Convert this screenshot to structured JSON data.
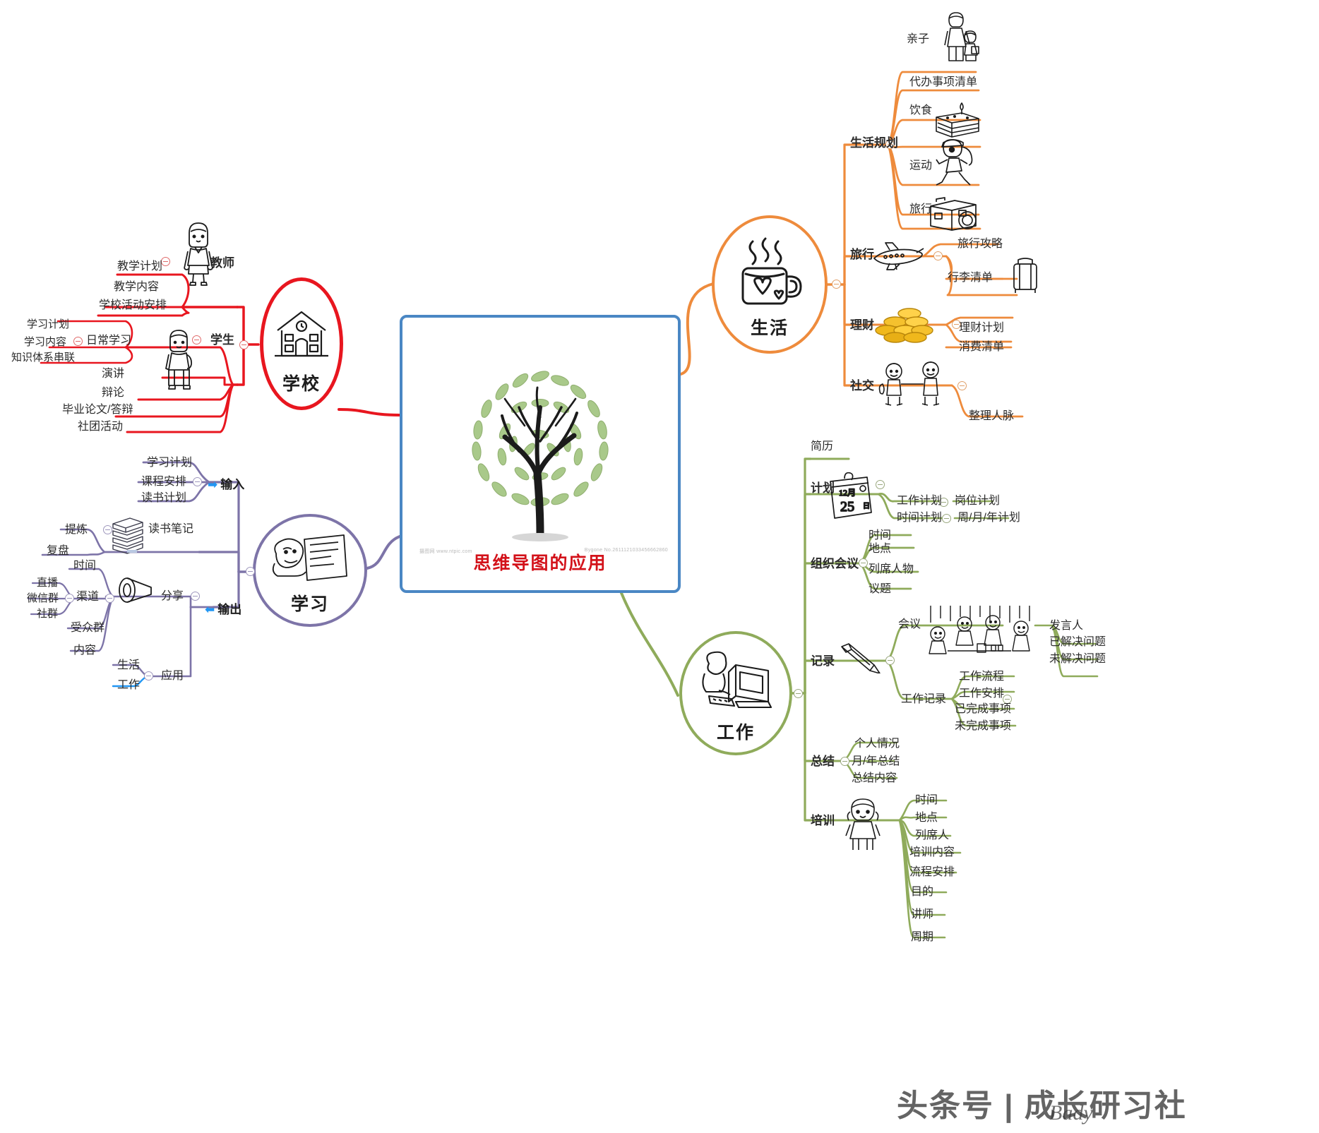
{
  "center": {
    "title": "思维导图的应用",
    "art": "tree-illustration",
    "watermark_left": "摄图网 www.ntpic.com",
    "watermark_right": "Bygone No.2611121033456662860"
  },
  "footer": {
    "watermark": "头条号 | 成长研习社",
    "signature": "Bady"
  },
  "branches": [
    {
      "id": "school",
      "label": "学校",
      "color": "#e8161f",
      "icon": "school-building-icon",
      "children": [
        {
          "label": "教师",
          "icon": "teacher-icon",
          "children": [
            {
              "label": "教学计划"
            },
            {
              "label": "教学内容"
            },
            {
              "label": "学校活动安排"
            }
          ]
        },
        {
          "label": "学生",
          "icon": "student-icon",
          "children": [
            {
              "label": "日常学习",
              "children": [
                {
                  "label": "学习计划"
                },
                {
                  "label": "学习内容"
                },
                {
                  "label": "知识体系串联"
                }
              ]
            },
            {
              "label": "演讲"
            },
            {
              "label": "辩论"
            },
            {
              "label": "毕业论文/答辩"
            },
            {
              "label": "社团活动"
            }
          ]
        }
      ]
    },
    {
      "id": "study",
      "label": "学习",
      "color": "#7d74a8",
      "icon": "reading-person-icon",
      "children": [
        {
          "label": "输入",
          "marker": "arrow-right-icon",
          "children": [
            {
              "label": "学习计划"
            },
            {
              "label": "课程安排"
            },
            {
              "label": "读书计划"
            }
          ]
        },
        {
          "label": "读书笔记",
          "icon": "books-stack-icon",
          "children": [
            {
              "label": "提炼"
            },
            {
              "label": "复盘"
            }
          ]
        },
        {
          "label": "输出",
          "marker": "arrow-left-icon",
          "children": [
            {
              "label": "分享",
              "icon": "megaphone-icon",
              "children": [
                {
                  "label": "时间"
                },
                {
                  "label": "渠道",
                  "children": [
                    {
                      "label": "直播"
                    },
                    {
                      "label": "微信群"
                    },
                    {
                      "label": "社群"
                    }
                  ]
                },
                {
                  "label": "受众群"
                },
                {
                  "label": "内容"
                }
              ]
            },
            {
              "label": "应用",
              "children": [
                {
                  "label": "生活"
                },
                {
                  "label": "工作"
                }
              ]
            }
          ]
        }
      ]
    },
    {
      "id": "life",
      "label": "生活",
      "color": "#ee8b3c",
      "icon": "coffee-mug-heart-icon",
      "children": [
        {
          "label": "生活规划",
          "children": [
            {
              "label": "亲子",
              "icon": "parent-child-icon",
              "child_label": "代办事项清单"
            },
            {
              "label": "饮食",
              "icon": "cake-icon"
            },
            {
              "label": "运动",
              "icon": "running-girl-icon"
            },
            {
              "label": "旅行",
              "icon": "suitcase-camera-icon"
            }
          ]
        },
        {
          "label": "旅行",
          "icon": "airplane-icon",
          "children": [
            {
              "label": "旅行攻略"
            },
            {
              "label": "行李清单",
              "icon": "luggage-icon"
            }
          ]
        },
        {
          "label": "理财",
          "icon": "gold-coins-icon",
          "children": [
            {
              "label": "理财计划"
            },
            {
              "label": "消费清单"
            }
          ]
        },
        {
          "label": "社交",
          "icon": "handshake-kids-icon",
          "children": [
            {
              "label": "整理人脉"
            }
          ]
        }
      ]
    },
    {
      "id": "work",
      "label": "工作",
      "color": "#8fab5b",
      "icon": "office-worker-icon",
      "children": [
        {
          "label": "计划",
          "icon": "calendar-icon",
          "top_label": "简历",
          "children": [
            {
              "label": "工作计划",
              "sub": "岗位计划"
            },
            {
              "label": "时间计划",
              "sub": "周/月/年计划"
            }
          ]
        },
        {
          "label": "组织会议",
          "children": [
            {
              "label": "时间"
            },
            {
              "label": "地点"
            },
            {
              "label": "列席人物"
            },
            {
              "label": "议题"
            }
          ]
        },
        {
          "label": "记录",
          "icon": "pen-icon",
          "children": [
            {
              "label": "会议",
              "icon": "meeting-people-icon",
              "children": [
                {
                  "label": "发言人"
                },
                {
                  "label": "已解决问题"
                },
                {
                  "label": "未解决问题"
                }
              ]
            },
            {
              "label": "工作记录",
              "children": [
                {
                  "label": "工作流程"
                },
                {
                  "label": "工作安排"
                },
                {
                  "label": "已完成事项"
                },
                {
                  "label": "未完成事项"
                }
              ]
            }
          ]
        },
        {
          "label": "总结",
          "children": [
            {
              "label": "个人情况"
            },
            {
              "label": "月/年总结"
            },
            {
              "label": "总结内容"
            }
          ]
        },
        {
          "label": "培训",
          "icon": "trainer-girl-icon",
          "children": [
            {
              "label": "时间"
            },
            {
              "label": "地点"
            },
            {
              "label": "列席人"
            },
            {
              "label": "培训内容"
            },
            {
              "label": "流程安排"
            },
            {
              "label": "目的"
            },
            {
              "label": "讲师"
            },
            {
              "label": "周期"
            }
          ]
        }
      ]
    }
  ]
}
